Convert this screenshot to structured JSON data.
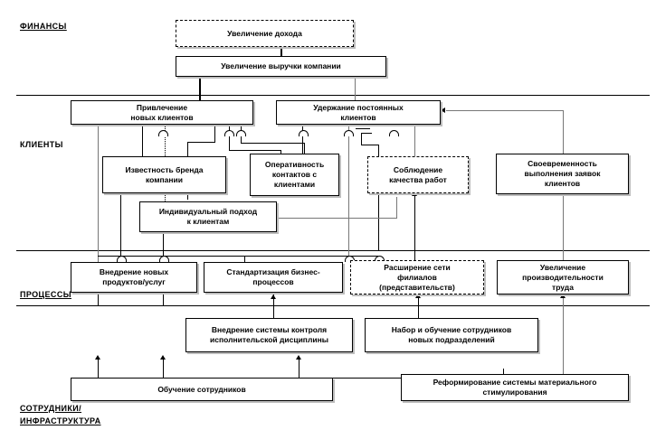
{
  "diagram": {
    "title_text_lang": "ru",
    "perspectives": [
      {
        "id": "finance",
        "label": "ФИНАНСЫ",
        "underlined": true
      },
      {
        "id": "clients",
        "label": "КЛИЕНТЫ",
        "underlined": false
      },
      {
        "id": "processes",
        "label": "ПРОЦЕССЫ",
        "underlined": true
      },
      {
        "id": "staff",
        "label": "СОТРУДНИКИ/",
        "label2": "ИНФРАСТРУКТУРА",
        "underlined": true
      }
    ],
    "nodes": [
      {
        "id": "n1",
        "label": "Увеличение дохода",
        "perspective": "finance"
      },
      {
        "id": "n2",
        "label": "Увеличение выручки компании",
        "perspective": "finance"
      },
      {
        "id": "n3",
        "label": "Привлечение\nновых клиентов",
        "perspective": "clients"
      },
      {
        "id": "n4",
        "label": "Удержание постоянных\nклиентов",
        "perspective": "clients"
      },
      {
        "id": "n5",
        "label": "Известность бренда\nкомпании",
        "perspective": "clients"
      },
      {
        "id": "n6",
        "label": "Оперативность\nконтактов с\nклиентами",
        "perspective": "clients"
      },
      {
        "id": "n7",
        "label": "Соблюдение\nкачества работ",
        "perspective": "clients"
      },
      {
        "id": "n8",
        "label": "Своевременность\nвыполнения заявок\nклиентов",
        "perspective": "clients"
      },
      {
        "id": "n9",
        "label": "Индивидуальный подход\nк клиентам",
        "perspective": "clients"
      },
      {
        "id": "n10",
        "label": "Внедрение новых\nпродуктов/услуг",
        "perspective": "processes"
      },
      {
        "id": "n11",
        "label": "Стандартизация бизнес-\nпроцессов",
        "perspective": "processes"
      },
      {
        "id": "n12",
        "label": "Расширение сети\nфилиалов\n(представительств)",
        "perspective": "processes"
      },
      {
        "id": "n13",
        "label": "Увеличение\nпроизводительности\nтруда",
        "perspective": "processes"
      },
      {
        "id": "n14",
        "label": "Внедрение системы контроля\nисполнительской дисциплины",
        "perspective": "processes"
      },
      {
        "id": "n15",
        "label": "Набор и обучение сотрудников\nновых подразделений",
        "perspective": "processes"
      },
      {
        "id": "n16",
        "label": "Обучение сотрудников",
        "perspective": "staff"
      },
      {
        "id": "n17",
        "label": "Реформирование системы материального\nстимулирования",
        "perspective": "staff"
      }
    ],
    "edges": [
      {
        "from": "n2",
        "to": "n1"
      },
      {
        "from": "n3",
        "to": "n2"
      },
      {
        "from": "n4",
        "to": "n2"
      },
      {
        "from": "n5",
        "to": "n3"
      },
      {
        "from": "n9",
        "to": "n3"
      },
      {
        "from": "n6",
        "to": "n3"
      },
      {
        "from": "n6",
        "to": "n4"
      },
      {
        "from": "n7",
        "to": "n4"
      },
      {
        "from": "n8",
        "to": "n4"
      },
      {
        "from": "n9",
        "to": "n6"
      },
      {
        "from": "n10",
        "to": "n3"
      },
      {
        "from": "n10",
        "to": "n5"
      },
      {
        "from": "n10",
        "to": "n9"
      },
      {
        "from": "n11",
        "to": "n4"
      },
      {
        "from": "n11",
        "to": "n7"
      },
      {
        "from": "n12",
        "to": "n3"
      },
      {
        "from": "n12",
        "to": "n4"
      },
      {
        "from": "n13",
        "to": "n8"
      },
      {
        "from": "n14",
        "to": "n11"
      },
      {
        "from": "n15",
        "to": "n12"
      },
      {
        "from": "n16",
        "to": "n10"
      },
      {
        "from": "n16",
        "to": "n14"
      },
      {
        "from": "n17",
        "to": "n13"
      }
    ],
    "colors": {
      "line": "#000000",
      "box_border": "#000000",
      "box_fill": "#ffffff",
      "shadow": "#bdbdbd",
      "divider": "#000000"
    }
  }
}
